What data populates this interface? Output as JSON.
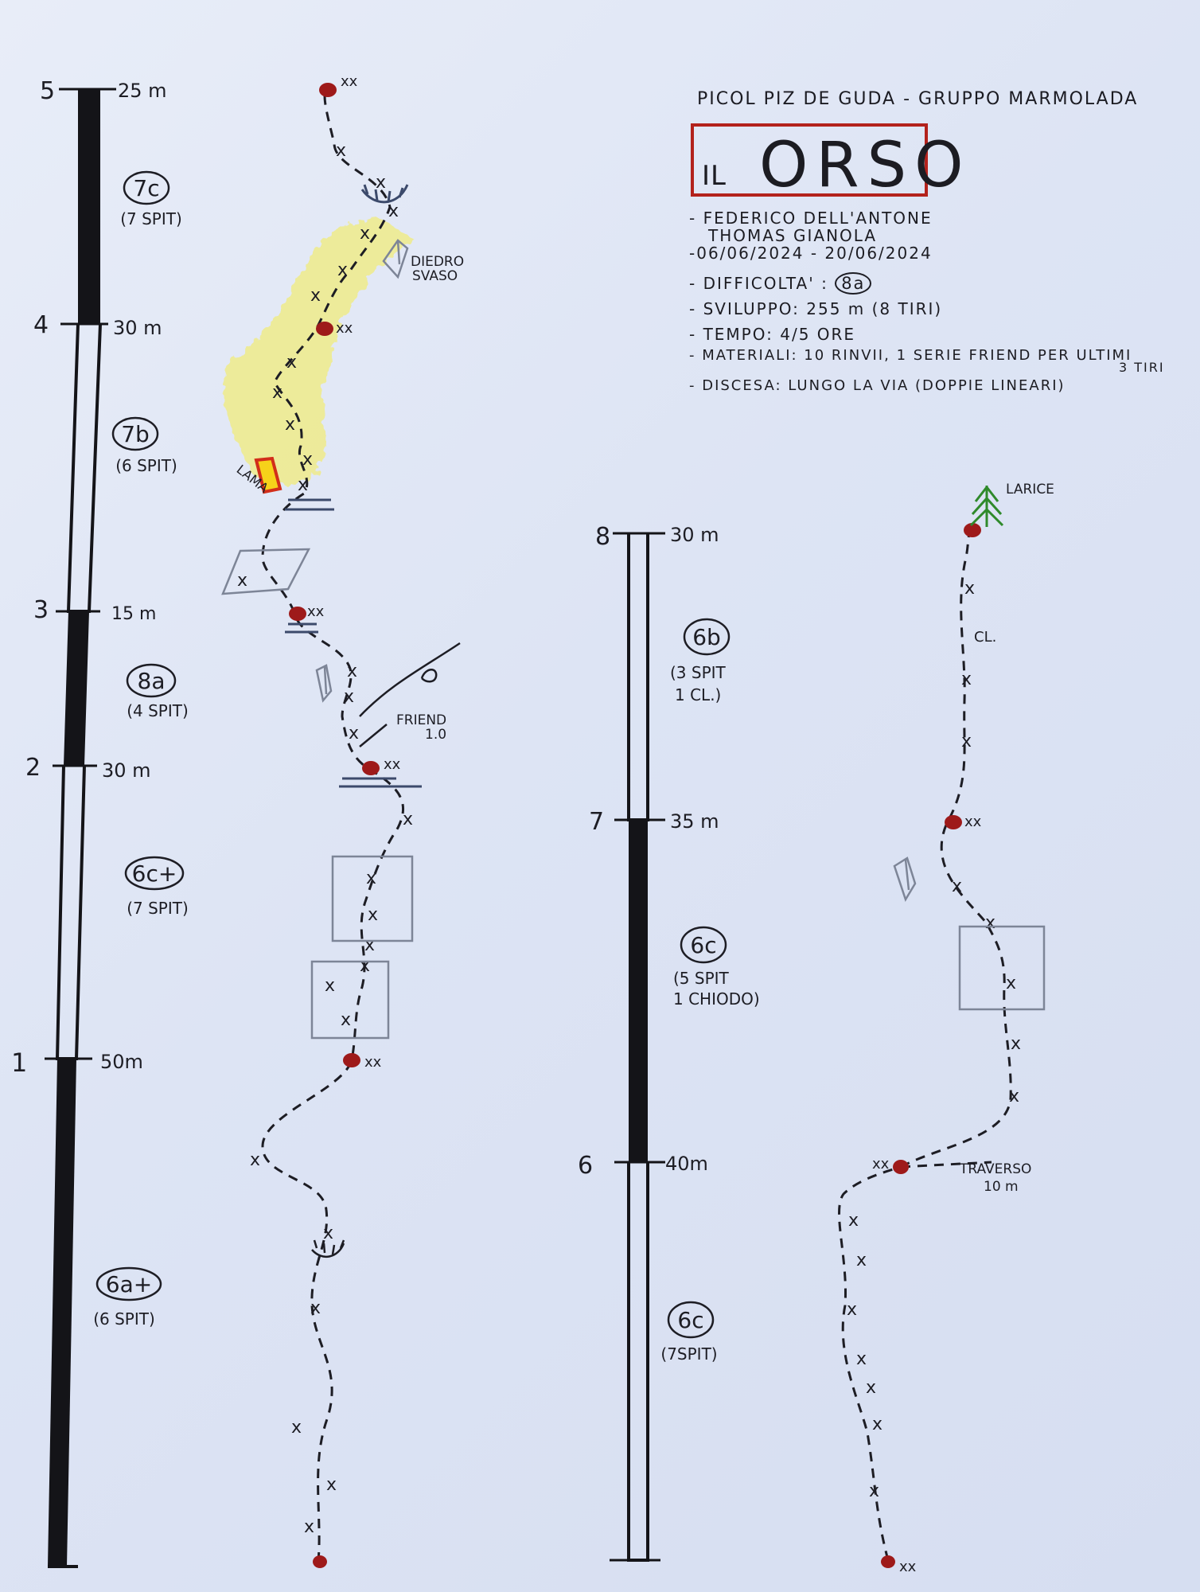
{
  "header": {
    "location": "PICOL PIZ DE GUDA - GRUPPO MARMOLADA",
    "title_prefix": "IL",
    "title": "ORSO"
  },
  "info": {
    "authors_line1": "- FEDERICO DELL'ANTONE",
    "authors_line2": "THOMAS GIANOLA",
    "dates": "-06/06/2024 - 20/06/2024",
    "difficulty_label": "- DIFFICOLTA' :",
    "difficulty_value": "8a",
    "development": "- SVILUPPO: 255 m (8 TIRI)",
    "time": "- TEMPO: 4/5 ORE",
    "materials": "- MATERIALI: 10 RINVII, 1 SERIE FRIEND PER ULTIMI",
    "materials_cont": "3 TIRI",
    "descent": "- DISCESA: LUNGO LA VIA (DOPPIE LINEARI)"
  },
  "left_column": {
    "pitches": [
      {
        "number": "1",
        "length": "50m",
        "grade": "6a+",
        "protection": "(6 SPIT)"
      },
      {
        "number": "2",
        "length": "30 m",
        "grade": "6c+",
        "protection": "(7 SPIT)"
      },
      {
        "number": "3",
        "length": "15 m",
        "grade": "8a",
        "protection": "(4 SPIT)"
      },
      {
        "number": "4",
        "length": "30 m",
        "grade": "7b",
        "protection": "(6 SPIT)"
      },
      {
        "number": "5",
        "length": "25 m",
        "grade": "7c",
        "protection": "(7 SPIT)"
      }
    ]
  },
  "right_column": {
    "pitches": [
      {
        "number": "6",
        "length": "40m",
        "grade": "6c",
        "protection": "(7SPIT)"
      },
      {
        "number": "7",
        "length": "35 m",
        "grade": "6c",
        "protection_line1": "(5 SPIT",
        "protection_line2": "1 CHIODO)"
      },
      {
        "number": "8",
        "length": "30 m",
        "grade": "6b",
        "protection_line1": "(3 SPIT",
        "protection_line2": "1 CL.)"
      }
    ]
  },
  "annotations": {
    "diedro_line1": "DIEDRO",
    "diedro_line2": "SVASO",
    "lama": "LAMA",
    "friend_line1": "FRIEND",
    "friend_line2": "1.0",
    "larice": "LARICE",
    "traverso_line1": "TRAVERSO",
    "traverso_line2": "10 m",
    "cl": "CL.",
    "belay_mark": "xx",
    "bolt_mark": "x"
  },
  "colors": {
    "ink": "#1d1d24",
    "belay_red": "#9e1a1a",
    "title_box": "#b3221c",
    "highlight_yellow": "#f1ec7c",
    "lama_red": "#d22e1a",
    "lama_yellow": "#f6d21a",
    "tree_green": "#2f8a2b",
    "pencil_grey": "#7d8597"
  },
  "icons": [
    "tree-icon",
    "belay-station-icon",
    "bolt-icon",
    "overhang-icon",
    "slab-icon",
    "dihedral-icon",
    "friend-cam-icon"
  ]
}
